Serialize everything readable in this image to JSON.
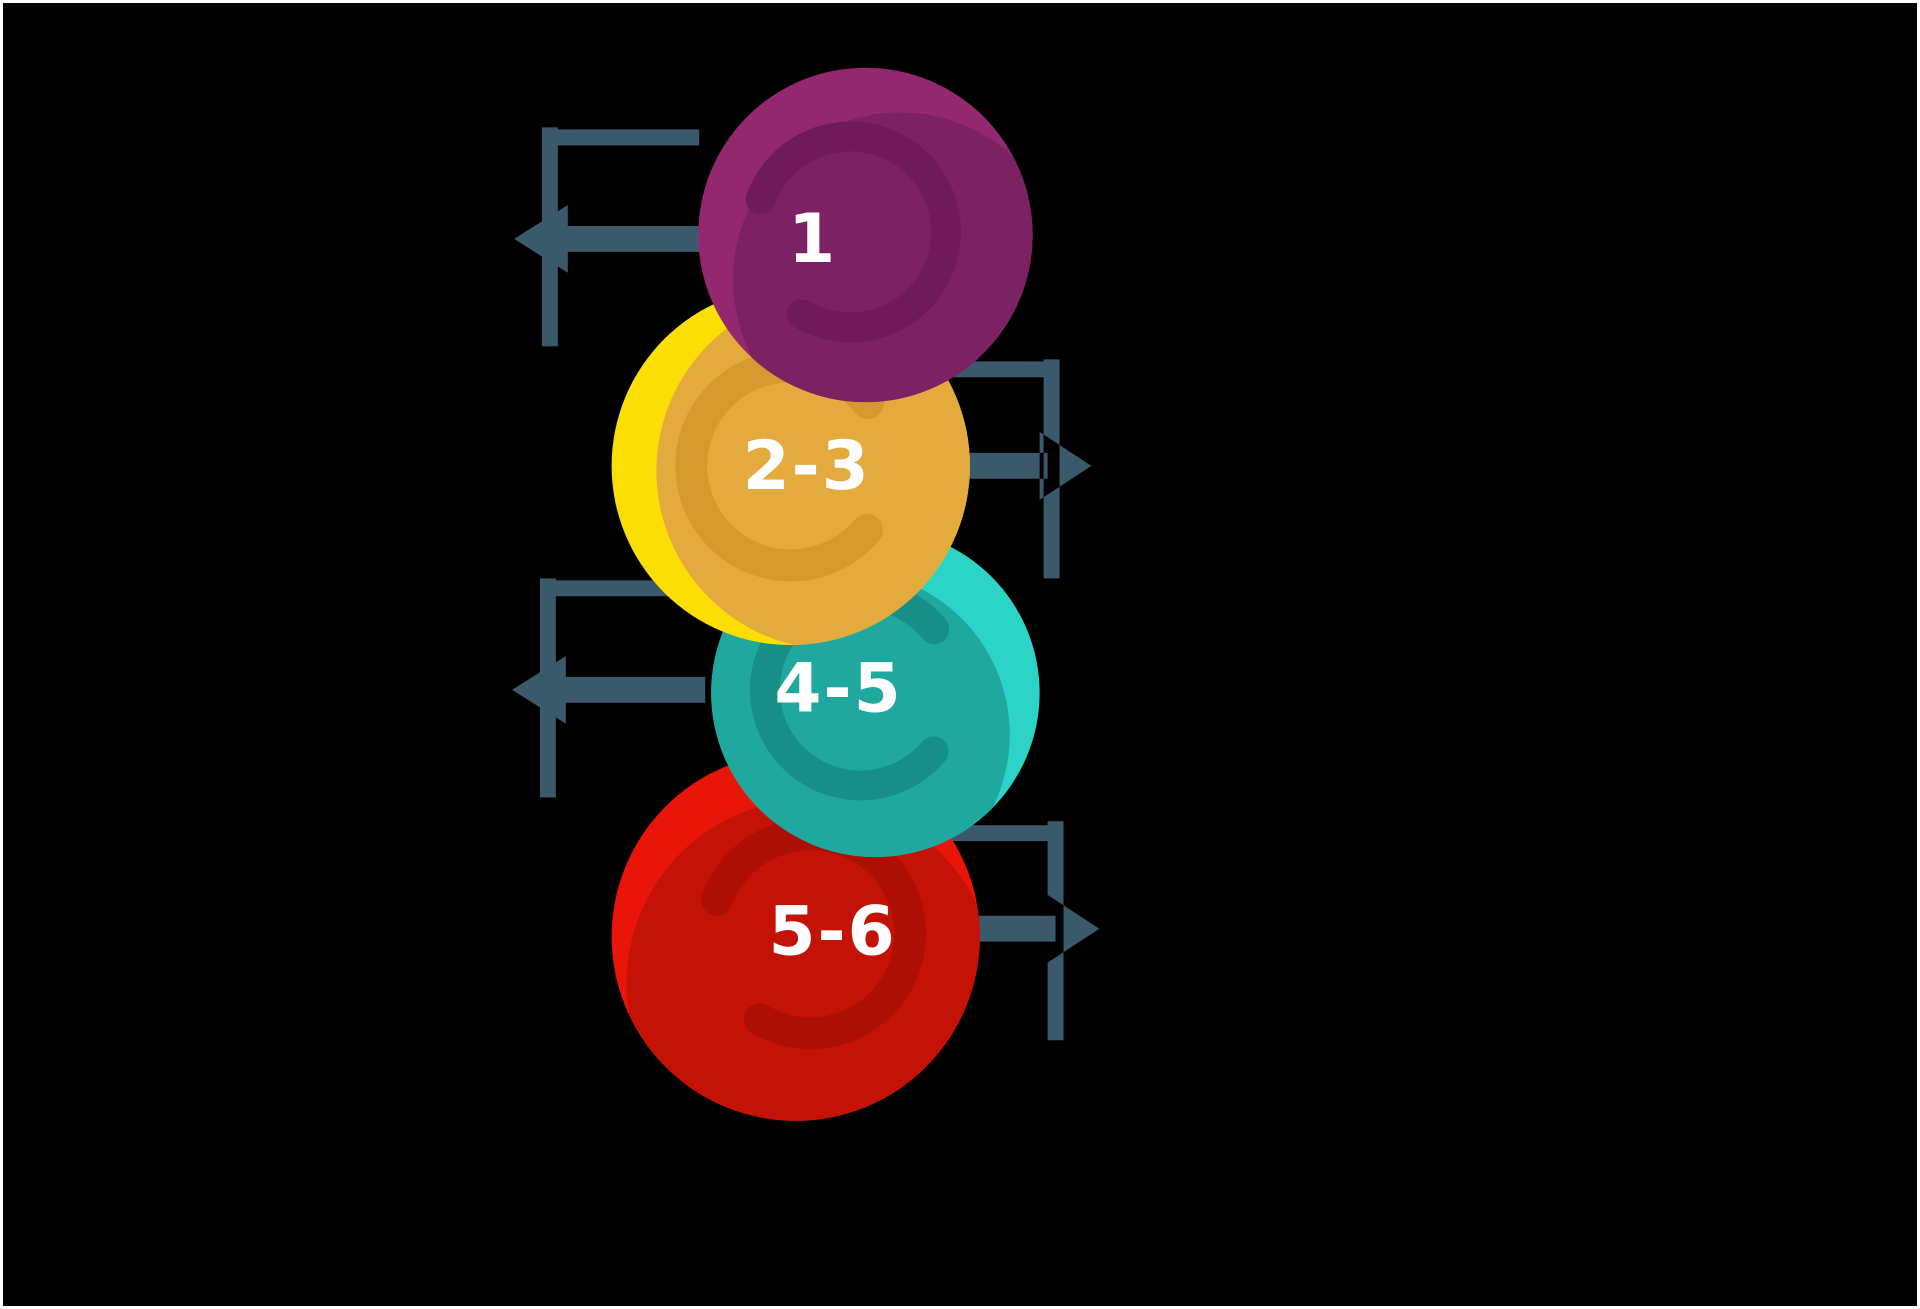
{
  "diagram": {
    "name": "numbered-stages-cycle-infographic",
    "background": "#000000",
    "border_color": "#ffffff",
    "arrow_color": "#3a5a6b",
    "number_color": "#ffffff",
    "stages": [
      {
        "label": "1",
        "arrow_side": "left",
        "colors": {
          "base": "#93286e",
          "overlay": "#7c2162",
          "ring": "#6e1b56"
        }
      },
      {
        "label": "2-3",
        "arrow_side": "right",
        "colors": {
          "base": "#fbdf04",
          "overlay": "#e3aa3e",
          "ring": "#d6992d"
        }
      },
      {
        "label": "4-5",
        "arrow_side": "left",
        "colors": {
          "base": "#2bd4c7",
          "overlay": "#1ea89e",
          "ring": "#188f86"
        }
      },
      {
        "label": "5-6",
        "arrow_side": "right",
        "colors": {
          "base": "#e91508",
          "overlay": "#c51207",
          "ring": "#ad0f05"
        }
      }
    ]
  }
}
